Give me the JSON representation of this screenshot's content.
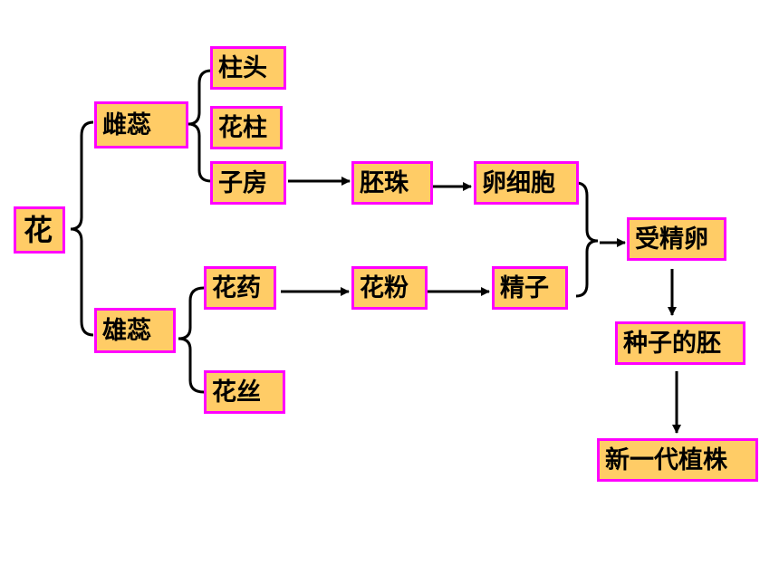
{
  "diagram": {
    "nodes": {
      "flower": "花",
      "pistil": "雌蕊",
      "stigma": "柱头",
      "style": "花柱",
      "ovary": "子房",
      "ovule": "胚珠",
      "egg": "卵细胞",
      "stamen": "雄蕊",
      "anther": "花药",
      "filament": "花丝",
      "pollen": "花粉",
      "sperm": "精子",
      "zygote": "受精卵",
      "embryo": "种子的胚",
      "new_plant": "新一代植株"
    },
    "colors": {
      "box_fill": "#FFCC66",
      "box_border": "#FF00FF",
      "line": "#000000"
    }
  }
}
